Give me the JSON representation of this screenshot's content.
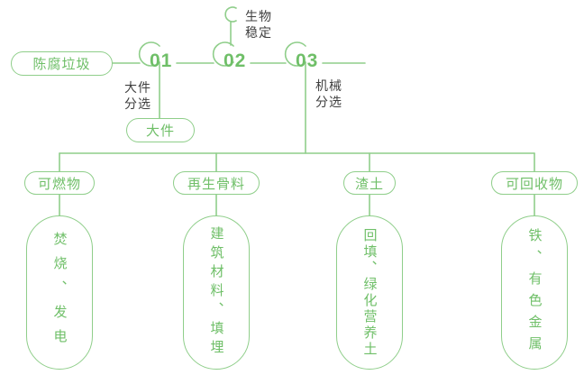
{
  "colors": {
    "accent": "#6fbf68",
    "line": "#8fce8a",
    "dark": "#3f3f3f"
  },
  "flow": {
    "source_label": "陈腐垃圾",
    "steps": [
      {
        "num": "01",
        "label": "大件\n分选"
      },
      {
        "num": "02",
        "label": "生物\n稳定"
      },
      {
        "num": "03",
        "label": "机械\n分选"
      }
    ],
    "bulky_label": "大件"
  },
  "branches": [
    {
      "category": "可燃物",
      "result": "焚烧、发电"
    },
    {
      "category": "再生骨料",
      "result": "建筑材料、填埋"
    },
    {
      "category": "渣土",
      "result": "回填、绿化营养土"
    },
    {
      "category": "可回收物",
      "result": "铁、有色金属"
    }
  ]
}
